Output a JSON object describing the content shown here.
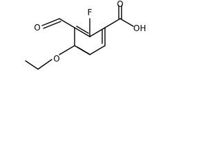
{
  "molecule": {
    "atom_labels": {
      "fluorine": "F",
      "aldehyde_oxygen": "O",
      "hydroxyl": "OH",
      "carbonyl_oxygen": "O",
      "ether_oxygen": "O"
    },
    "colors": {
      "bond": "#000000",
      "label": "#000000",
      "background": "#ffffff"
    }
  }
}
